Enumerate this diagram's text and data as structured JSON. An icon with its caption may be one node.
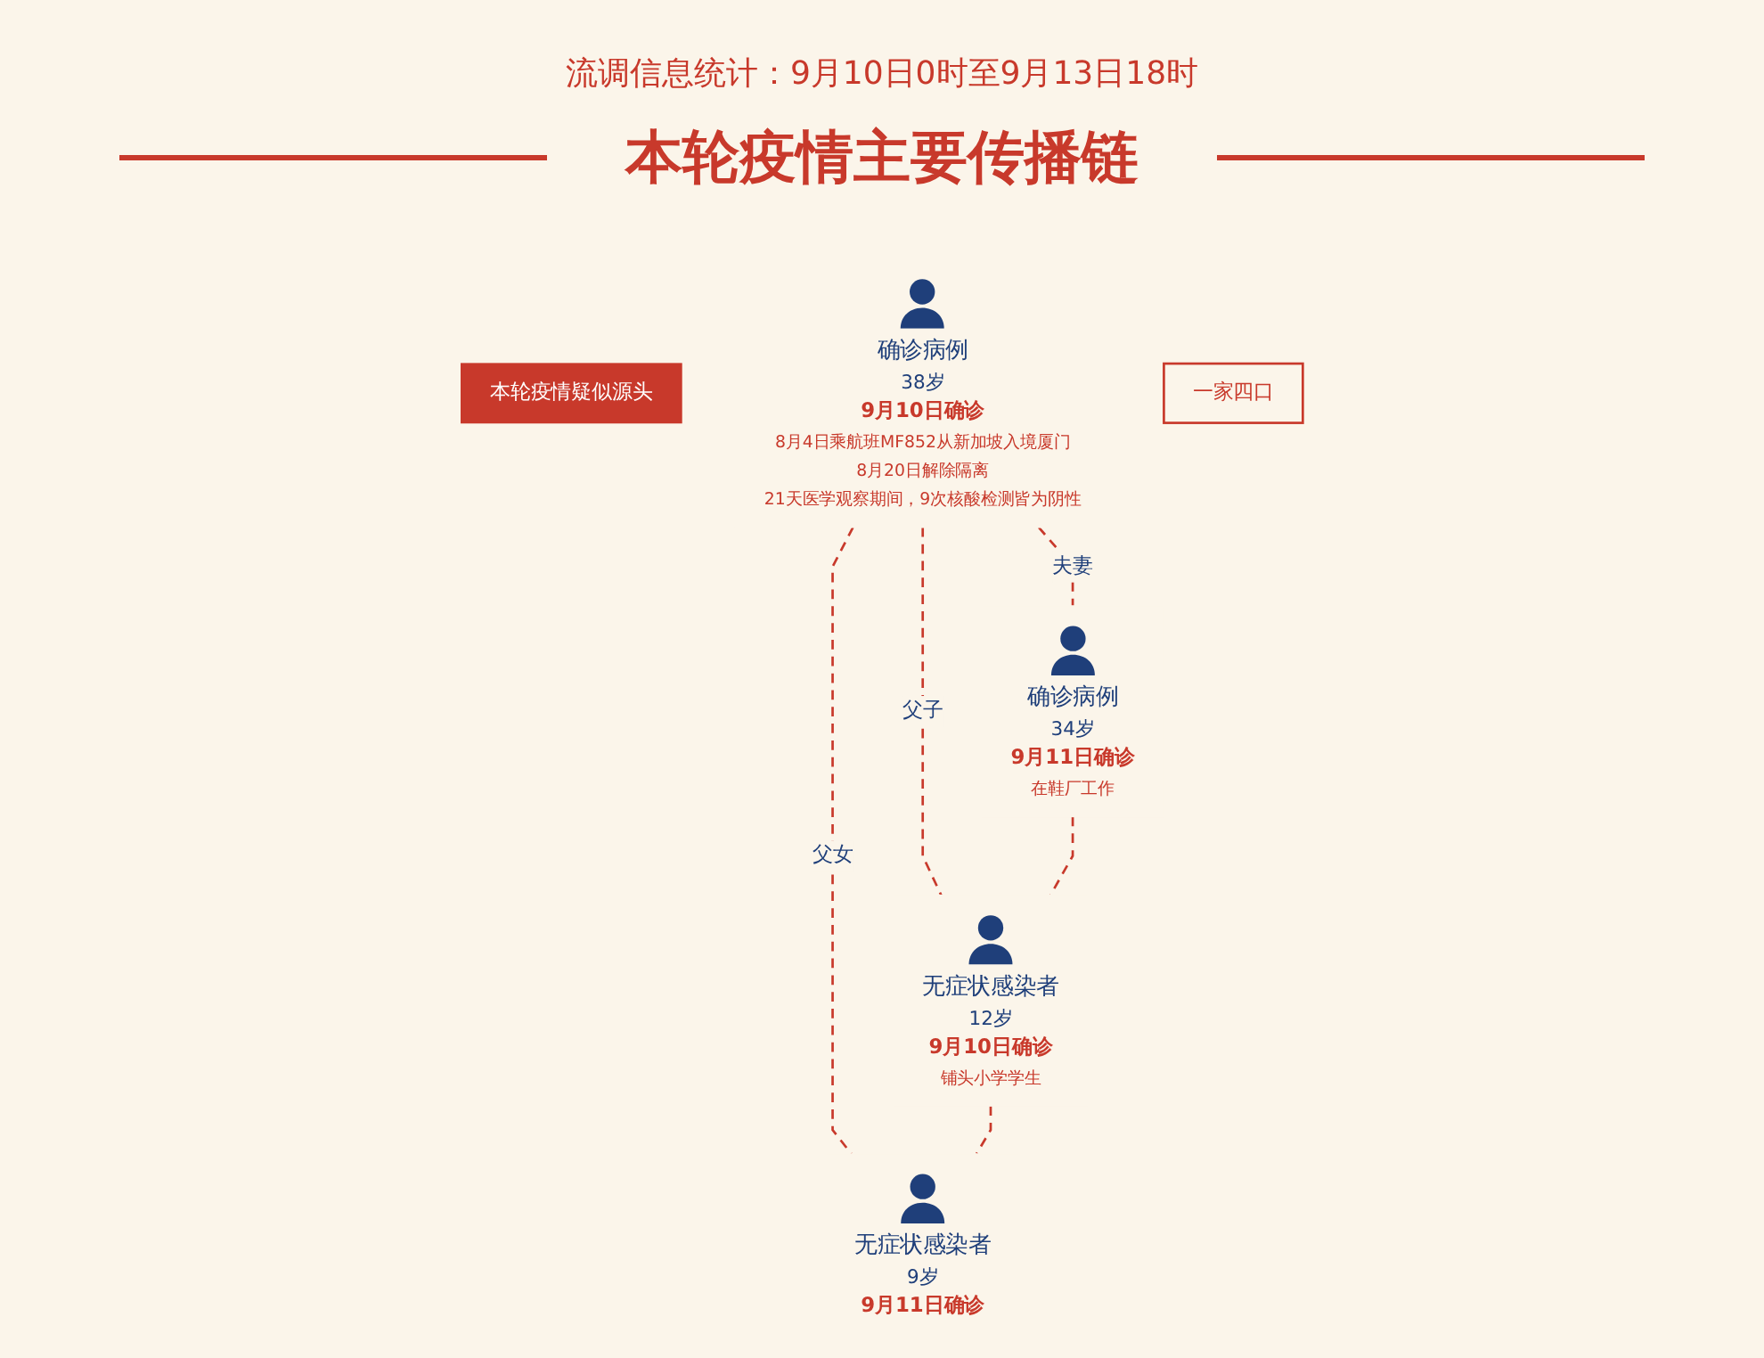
{
  "diagram": {
    "title": "本轮疫情主要传播链",
    "nodes": [
      {
        "text": [
          "本轮疫情疑似源头"
        ]
      },
      {
        "text": [
          "确诊病例",
          "38岁",
          "9月10日确诊",
          "8月4日乘航班MF852从新加坡入境厦门",
          "8月20日解除隔离",
          "21天医学观察期间，9次核酸检测皆为阴性"
        ]
      },
      {
        "text": [
          "一家四口"
        ]
      },
      {
        "text": [
          "确诊病例",
          "34岁",
          "9月11日确诊",
          "在鞋厂工作"
        ]
      },
      {
        "text": [
          "无症状感染者",
          "12岁",
          "9月10日确诊",
          "铺头小学学生"
        ]
      },
      {
        "text": [
          "无症状感染者",
          "9岁",
          "9月11日确诊"
        ]
      }
    ],
    "edges": [
      {
        "from": 1,
        "to": 3,
        "arrow": "none",
        "label": "夫妻",
        "style": "dashed"
      },
      {
        "from": 1,
        "to": 4,
        "arrow": "none",
        "label": "父子",
        "style": "dashed"
      },
      {
        "from": 1,
        "to": 5,
        "arrow": "none",
        "label": "父女",
        "style": "dashed"
      },
      {
        "from": 3,
        "to": 4,
        "arrow": "none",
        "style": "dashed"
      },
      {
        "from": 4,
        "to": 5,
        "arrow": "none",
        "style": "dashed"
      }
    ],
    "labels": [
      "流调信息统计：9月10日0时至9月13日18时"
    ]
  }
}
